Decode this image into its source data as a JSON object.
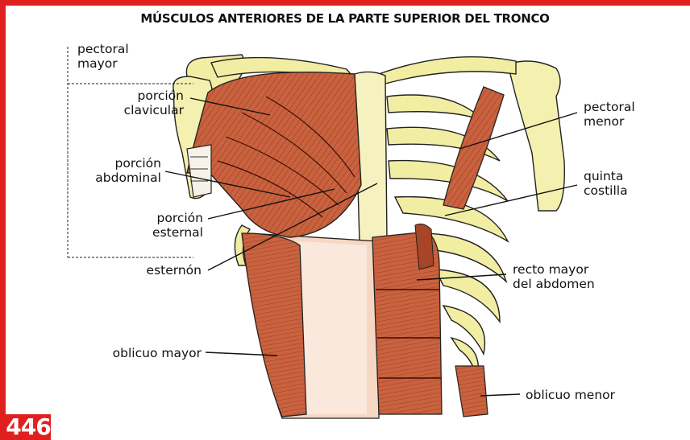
{
  "title": "MÚSCULOS ANTERIORES DE LA PARTE SUPERIOR DEL TRONCO",
  "page_number": "446",
  "labels": {
    "pectoral_mayor": [
      "pectoral",
      "mayor"
    ],
    "porcion_clavicular": [
      "porción",
      "clavicular"
    ],
    "porcion_abdominal": [
      "porción",
      "abdominal"
    ],
    "porcion_esternal": [
      "porción",
      "esternal"
    ],
    "esternon": "esternón",
    "oblicuo_mayor": "oblicuo mayor",
    "pectoral_menor": [
      "pectoral",
      "menor"
    ],
    "quinta_costilla": [
      "quinta",
      "costilla"
    ],
    "recto_mayor": [
      "recto mayor",
      "del abdomen"
    ],
    "oblicuo_menor": "oblicuo menor"
  },
  "colors": {
    "frame": "#e0201f",
    "muscle": "#c9623e",
    "muscle_dark": "#8a2a18",
    "bone": "#f1eda3",
    "skin": "#f6d7c4"
  }
}
